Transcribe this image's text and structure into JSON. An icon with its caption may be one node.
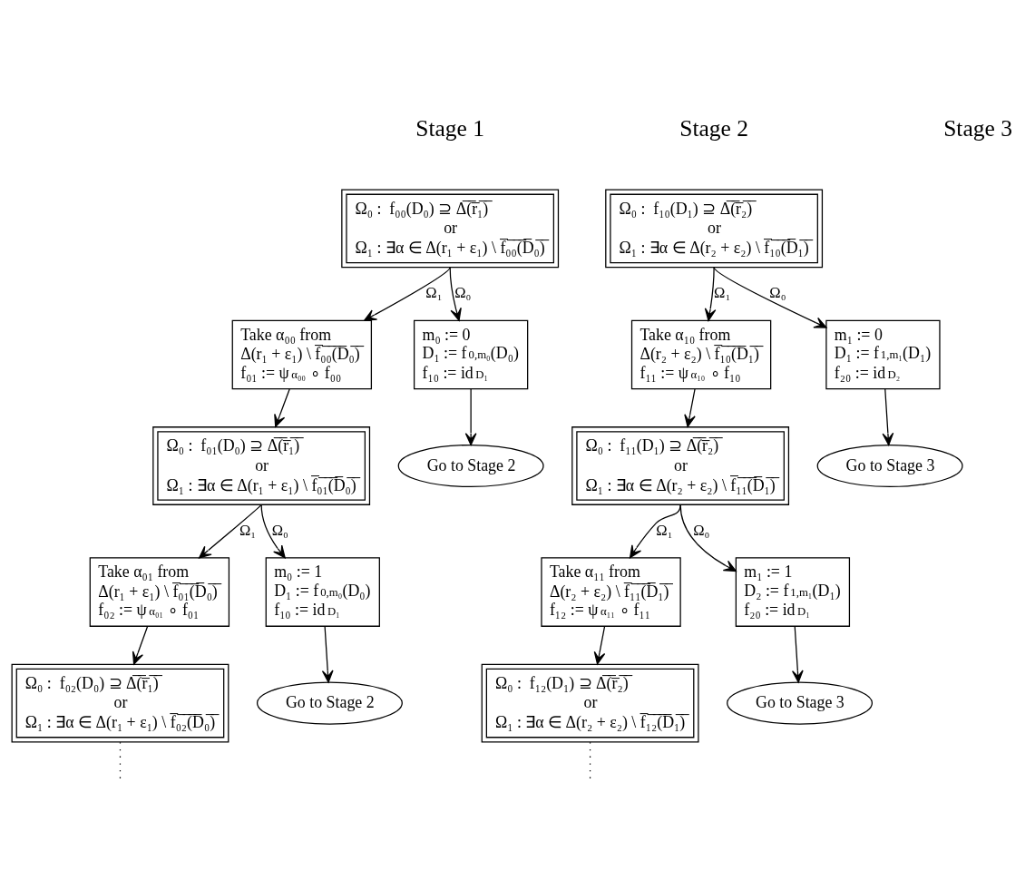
{
  "diagram": {
    "nodes": [
      {
        "text": [
          "Ω₀ :  f₀₀(D₀) ⊇ Δ̅(̅r̅₁̅)̅",
          "or",
          "Ω₁ : ∃α ∈ Δ(r₁ + ε₁) \\ f̅₀̅₀̅(̅D̅₀̅)̅"
        ]
      },
      {
        "text": [
          "Take α₀₀ from",
          "Δ(r₁ + ε₁) \\ f̅₀̅₀̅(̅D̅₀̅)̅",
          "f₀₁ := ψ$_{α₀₀}$ ∘ f₀₀"
        ]
      },
      {
        "text": [
          "m₀ := 0",
          "D₁ := f$_{0,m₀}$(D₀)",
          "f₁₀ := id$_{D₁}$"
        ]
      },
      {
        "text": [
          "Go to Stage 2"
        ]
      },
      {
        "text": [
          "Ω₀ :  f₀₁(D₀) ⊇ Δ̅(̅r̅₁̅)̅",
          "or",
          "Ω₁ : ∃α ∈ Δ(r₁ + ε₁) \\ f̅₀̅₁̅(̅D̅₀̅)̅"
        ]
      },
      {
        "text": [
          "Take α₀₁ from",
          "Δ(r₁ + ε₁) \\ f̅₀̅₁̅(̅D̅₀̅)̅",
          "f₀₂ := ψ$_{α₀₁}$ ∘ f₀₁"
        ]
      },
      {
        "text": [
          "m₀ := 1",
          "D₁ := f$_{0,m₀}$(D₀)",
          "f₁₀ := id$_{D₁}$"
        ]
      },
      {
        "text": [
          "Go to Stage 2"
        ]
      },
      {
        "text": [
          "Ω₀ :  f₀₂(D₀) ⊇ Δ̅(̅r̅₁̅)̅",
          "or",
          "Ω₁ : ∃α ∈ Δ(r₁ + ε₁) \\ f̅₀̅₂̅(̅D̅₀̅)̅"
        ]
      },
      {
        "text": [
          "Ω₀ :  f₁₀(D₁) ⊇ Δ̅(̅r̅₂̅)̅",
          "or",
          "Ω₁ : ∃α ∈ Δ(r₂ + ε₂) \\ f̅₁̅₀̅(̅D̅₁̅)̅"
        ]
      },
      {
        "text": [
          "Take α₁₀ from",
          "Δ(r₂ + ε₂) \\ f̅₁̅₀̅(̅D̅₁̅)̅",
          "f₁₁ := ψ$_{α₁₀}$ ∘ f₁₀"
        ]
      },
      {
        "text": [
          "m₁ := 0",
          "D₁ := f$_{1,m₁}$(D₁)",
          "f₂₀ := id$_{D₂}$"
        ]
      },
      {
        "text": [
          "Go to Stage 3"
        ]
      },
      {
        "text": [
          "Ω₀ :  f₁₁(D₁) ⊇ Δ̅(̅r̅₂̅)̅",
          "or",
          "Ω₁ : ∃α ∈ Δ(r₂ + ε₂) \\ f̅₁̅₁̅(̅D̅₁̅)̅"
        ]
      },
      {
        "text": [
          "Take α₁₁ from",
          "Δ(r₂ + ε₂) \\ f̅₁̅₁̅(̅D̅₁̅)̅",
          "f₁₂ := ψ$_{α₁₁}$ ∘ f₁₁"
        ]
      },
      {
        "text": [
          "m₁ := 1",
          "D₂ := f$_{1,m₁}$(D₁)",
          "f₂₀ := id$_{D₁}$"
        ]
      },
      {
        "text": [
          "Go to Stage 3"
        ]
      },
      {
        "text": [
          "Ω₀ :  f₁₂(D₁) ⊇ Δ̅(̅r̅₂̅)̅",
          "or",
          "Ω₁ : ∃α ∈ Δ(r₂ + ε₂) \\ f̅₁̅₂̅(̅D̅₁̅)̅"
        ]
      }
    ],
    "edges": [
      {
        "from": 0,
        "to": 1,
        "arrow": "to",
        "label": "Ω₁"
      },
      {
        "from": 0,
        "to": 2,
        "arrow": "to",
        "label": "Ω₀"
      },
      {
        "from": 2,
        "to": 3,
        "arrow": "to"
      },
      {
        "from": 1,
        "to": 4,
        "arrow": "to"
      },
      {
        "from": 4,
        "to": 5,
        "arrow": "to",
        "label": "Ω₁"
      },
      {
        "from": 4,
        "to": 6,
        "arrow": "to",
        "label": "Ω₀"
      },
      {
        "from": 6,
        "to": 7,
        "arrow": "to"
      },
      {
        "from": 5,
        "to": 8,
        "arrow": "to"
      },
      {
        "from": 8,
        "to": null,
        "arrow": "none",
        "style": "dashed"
      },
      {
        "from": 9,
        "to": 10,
        "arrow": "to",
        "label": "Ω₁"
      },
      {
        "from": 9,
        "to": 11,
        "arrow": "to",
        "label": "Ω₀"
      },
      {
        "from": 11,
        "to": 12,
        "arrow": "to"
      },
      {
        "from": 10,
        "to": 13,
        "arrow": "to"
      },
      {
        "from": 13,
        "to": 14,
        "arrow": "to",
        "label": "Ω₁"
      },
      {
        "from": 13,
        "to": 15,
        "arrow": "to",
        "label": "Ω₀"
      },
      {
        "from": 15,
        "to": 16,
        "arrow": "to"
      },
      {
        "from": 14,
        "to": 17,
        "arrow": "to"
      },
      {
        "from": 17,
        "to": null,
        "arrow": "none",
        "style": "dashed"
      }
    ],
    "labels": [
      "Stage 1",
      "Stage 2",
      "Stage 3"
    ]
  }
}
